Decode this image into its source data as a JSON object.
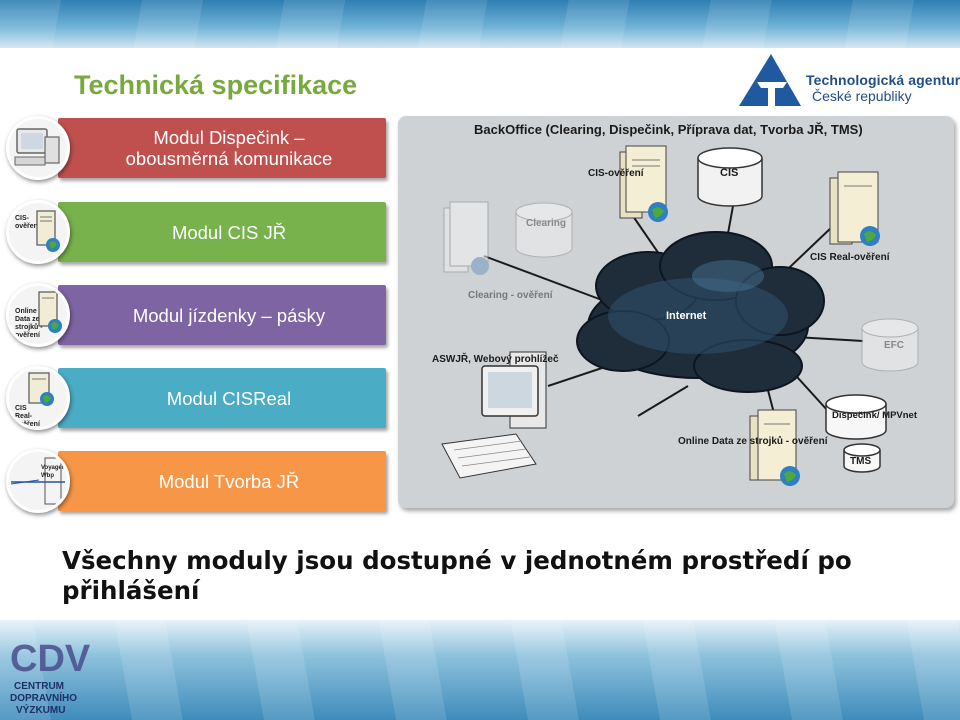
{
  "slide": {
    "title": "Technická specifikace",
    "footer_text": "Všechny moduly jsou dostupné v jednotném prostředí po přihlášení"
  },
  "agency_logo": {
    "line1": "Technologická agentura",
    "line2": "České republiky",
    "color": "#1f4f86"
  },
  "modules": [
    {
      "label": "Modul Dispečink – obousměrná komunikace",
      "color": "#c0504d",
      "icon": "computer-icon",
      "thumb_label": ""
    },
    {
      "label": "Modul CIS JŘ",
      "color": "#78b24c",
      "icon": "server-icon",
      "thumb_label": "CIS-ověření"
    },
    {
      "label": "Modul jízdenky – pásky",
      "color": "#7e64a3",
      "icon": "server-icon",
      "thumb_label": "Online Data ze strojků - ověření"
    },
    {
      "label": "Modul CISReal",
      "color": "#4bacc6",
      "icon": "server-icon",
      "thumb_label": "CIS Real-ověření"
    },
    {
      "label": "Modul Tvorba JŘ",
      "color": "#f79646",
      "icon": "chart-icon",
      "thumb_label": "Voyager Wbp"
    }
  ],
  "diagram": {
    "header": "BackOffice (Clearing, Dispečink, Příprava dat, Tvorba JŘ, TMS)",
    "cloud_label": "Internet",
    "nodes": {
      "cis_overeni": "CIS-ověření",
      "cis_db": "CIS",
      "cis_real": "CIS Real-ověření",
      "clearing_db": "Clearing",
      "clearing_overeni": "Clearing - ověření",
      "efc": "EFC",
      "aswjr": "ASWJŘ, Webový prohlížeč",
      "dispecink": "Dispečink/ MPVnet",
      "tms": "TMS",
      "online_data": "Online Data ze strojků - ověření"
    }
  },
  "cdv_logo": {
    "line1": "CENTRUM",
    "line2": "DOPRAVNÍHO",
    "line3": "VÝZKUMU"
  },
  "colors": {
    "title_green": "#78a93e",
    "diagram_bg": "#cfd2d4"
  }
}
